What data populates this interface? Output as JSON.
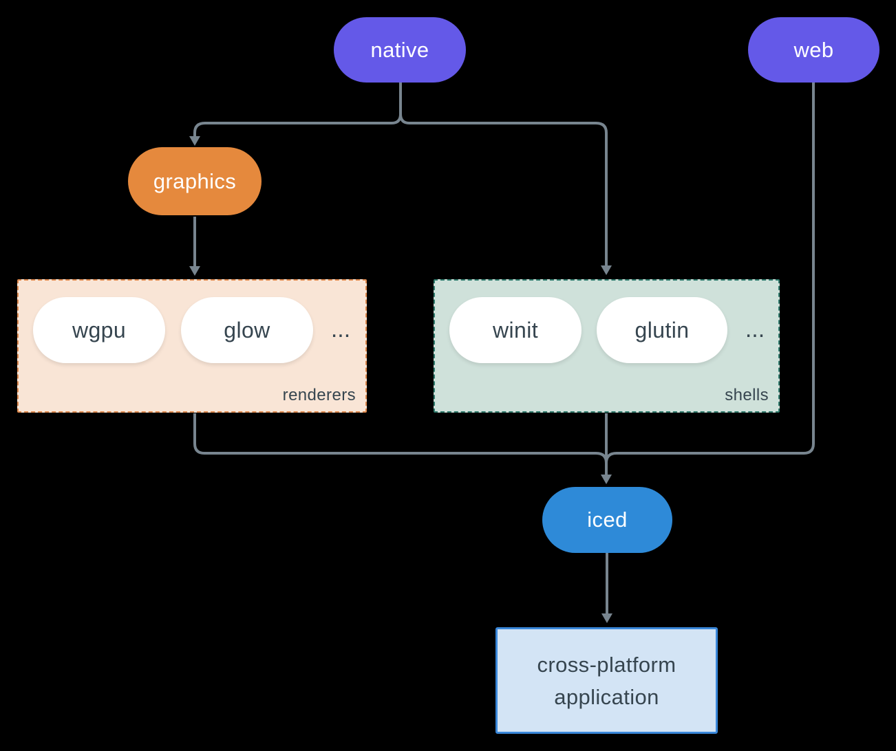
{
  "colors": {
    "bg": "#000000",
    "purple": "#6459e8",
    "orange": "#e5893d",
    "blue": "#2e8ad8",
    "line": "#78858f",
    "ink": "#36454f",
    "white": "#ffffff",
    "renderers-fill": "#f9e5d6",
    "renderers-border": "#df8a4f",
    "shells-fill": "#cfe1da",
    "shells-border": "#2f7a6c",
    "app-fill": "#d3e4f5",
    "app-border": "#3a87d9"
  },
  "nodes": {
    "native": {
      "label": "native"
    },
    "web": {
      "label": "web"
    },
    "graphics": {
      "label": "graphics"
    },
    "iced": {
      "label": "iced"
    },
    "application": {
      "line1": "cross-platform",
      "line2": "application"
    }
  },
  "groups": {
    "renderers": {
      "label": "renderers",
      "items": [
        "wgpu",
        "glow"
      ],
      "ellipsis": "..."
    },
    "shells": {
      "label": "shells",
      "items": [
        "winit",
        "glutin"
      ],
      "ellipsis": "..."
    }
  },
  "edges": [
    {
      "from": "native",
      "to": "graphics"
    },
    {
      "from": "native",
      "to": "shells"
    },
    {
      "from": "graphics",
      "to": "renderers"
    },
    {
      "from": "renderers",
      "to": "iced"
    },
    {
      "from": "shells",
      "to": "iced"
    },
    {
      "from": "web",
      "to": "iced"
    },
    {
      "from": "iced",
      "to": "application"
    }
  ]
}
